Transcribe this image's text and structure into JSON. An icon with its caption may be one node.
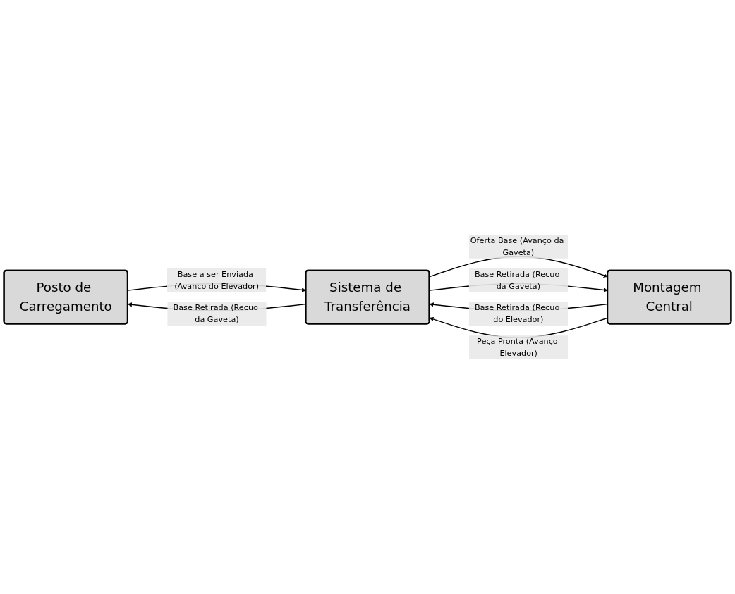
{
  "diagram": {
    "nodes": [
      {
        "text": [
          "Posto de Carregamento"
        ]
      },
      {
        "text": [
          "Sistema de Transferência"
        ]
      },
      {
        "text": [
          "Montagem Central"
        ]
      }
    ],
    "edges": [
      {
        "from": 0,
        "to": 1,
        "arrow": "to",
        "label": "Base a ser Enviada (Avanço do Elevador)"
      },
      {
        "from": 1,
        "to": 0,
        "arrow": "to",
        "label": "Base Retirada (Recuo da Gaveta)"
      },
      {
        "from": 1,
        "to": 2,
        "arrow": "to",
        "label": "Oferta Base (Avanço da Gaveta)"
      },
      {
        "from": 2,
        "to": 1,
        "arrow": "to",
        "label": "Base Retirada (Recuo do Elevador)"
      },
      {
        "from": 2,
        "to": 1,
        "arrow": "to",
        "label": "Peça Pronta (Avanço Elevador)"
      },
      {
        "from": 1,
        "to": 2,
        "arrow": "to",
        "label": "Base Retirada (Recuo da Gaveta)"
      }
    ]
  }
}
